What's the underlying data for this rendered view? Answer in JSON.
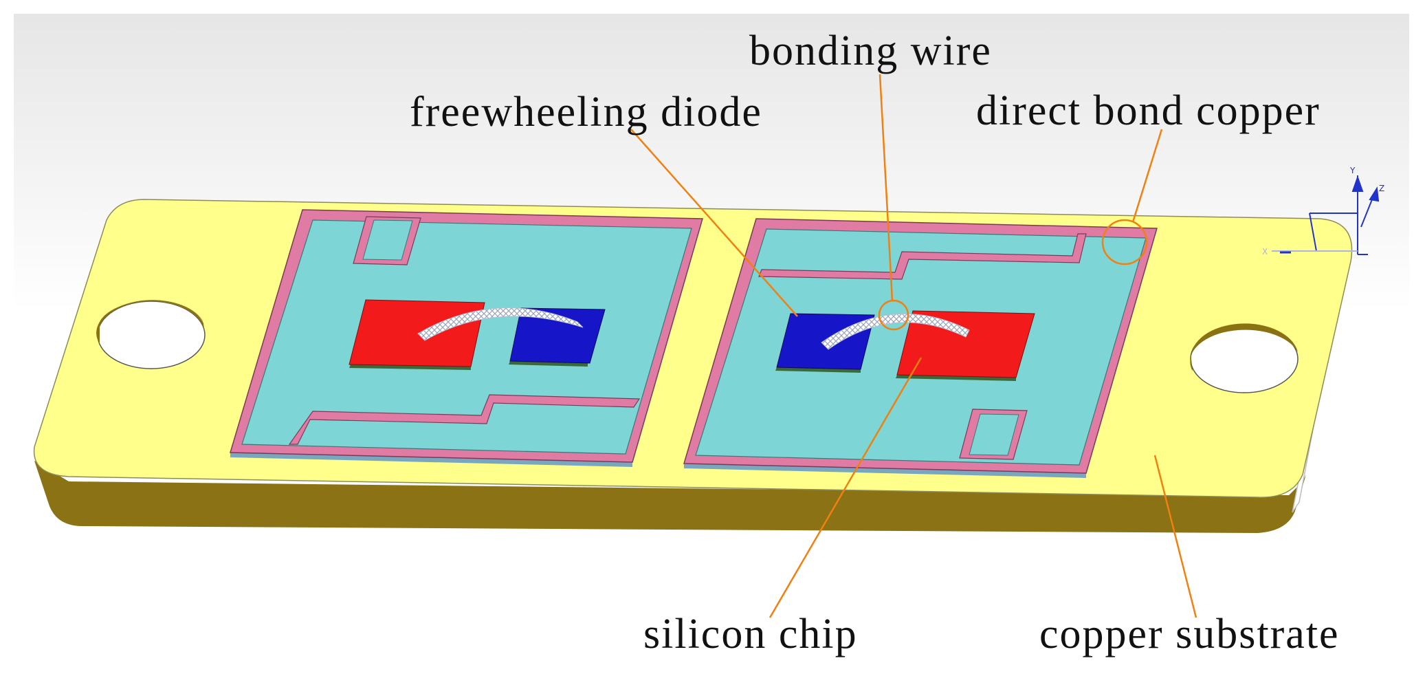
{
  "labels": {
    "bonding_wire": "bonding wire",
    "freewheeling_diode": "freewheeling diode",
    "direct_bond_copper": "direct bond copper",
    "silicon_chip": "silicon chip",
    "copper_substrate": "copper substrate"
  },
  "axis": {
    "x": "X",
    "y": "Y",
    "z": "Z"
  },
  "colors": {
    "substrate_top": "#FFFF8C",
    "substrate_side": "#8B7214",
    "hole_wall": "#8A7112",
    "dbc_ceramic": "#E07BA4",
    "dbc_copper": "#7DD5D5",
    "silicon_chip": "#F21A1A",
    "diode": "#1616C8",
    "leader_line": "#F08010",
    "axis": "#2233CC"
  }
}
